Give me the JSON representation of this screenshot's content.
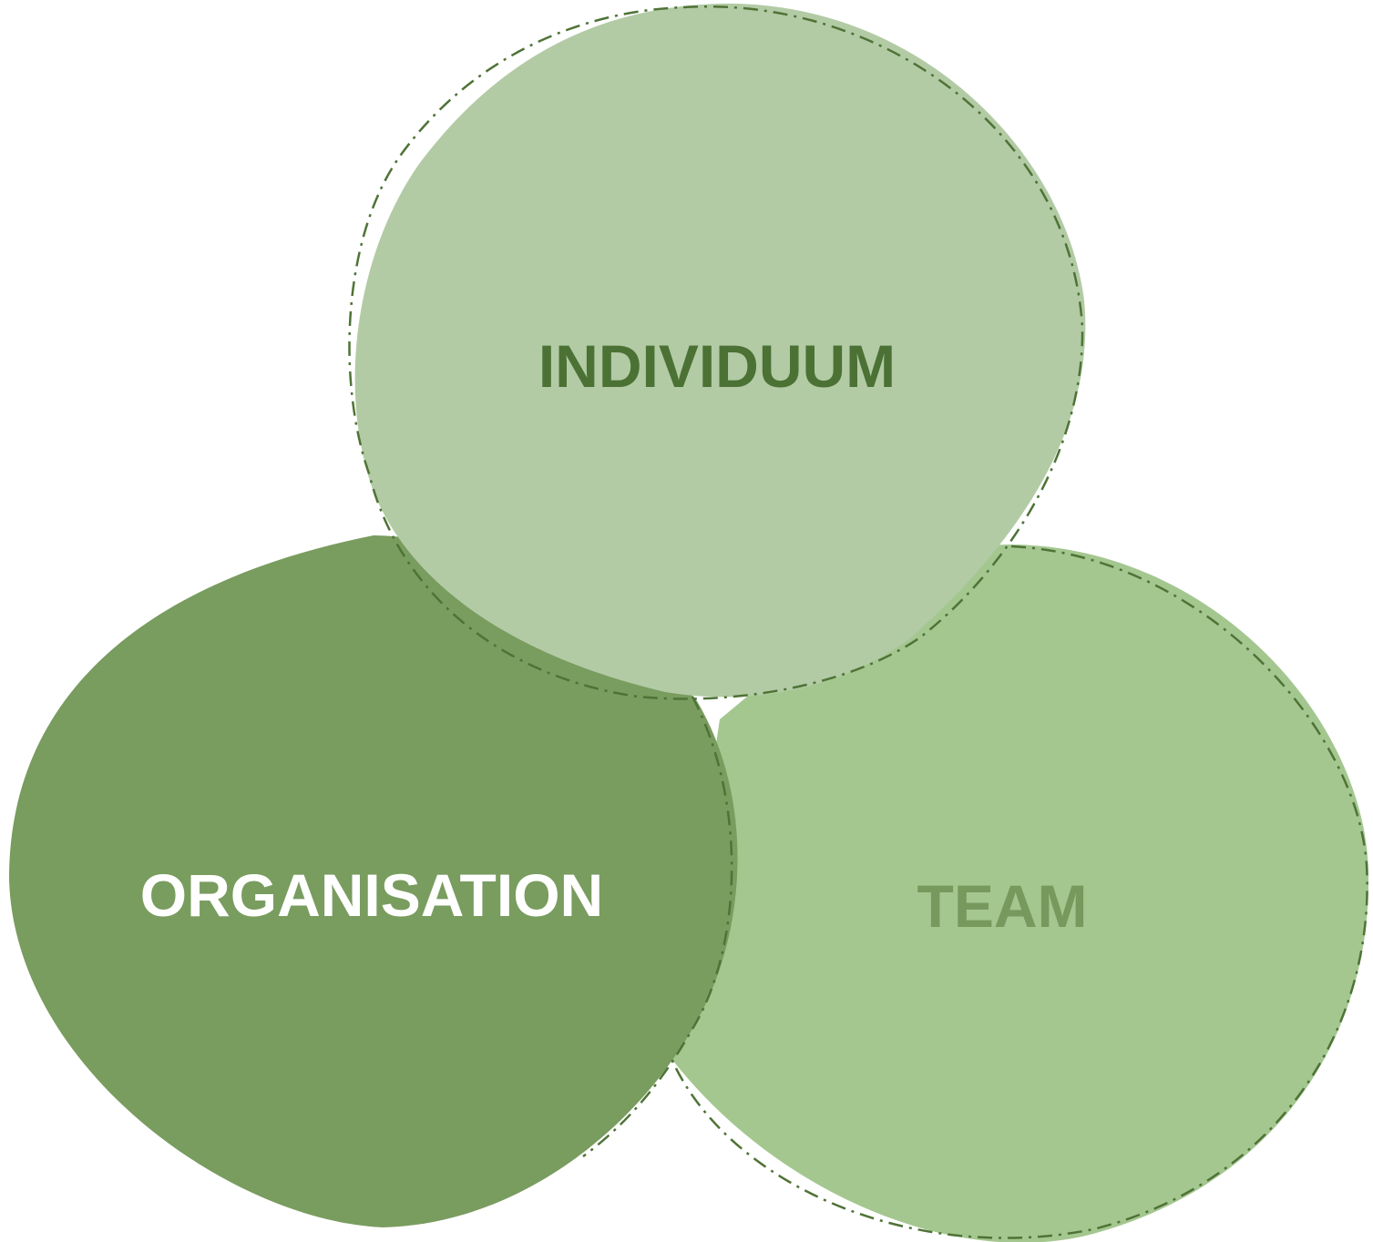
{
  "diagram": {
    "individuum": {
      "label": "INDIVIDUUM",
      "fill": "#b2cba5",
      "text_color": "#4b7134"
    },
    "team": {
      "label": "TEAM",
      "fill": "#a4c790",
      "text_color": "#77995e"
    },
    "organisation": {
      "label": "ORGANISATION",
      "fill": "#799c5f",
      "text_color": "#ffffff"
    },
    "outline_color": "#4f7336"
  }
}
